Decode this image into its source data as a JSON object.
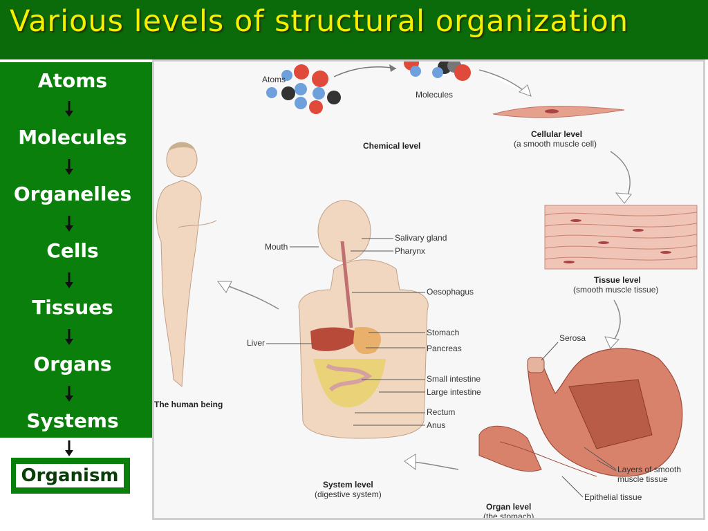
{
  "title": "Various levels of structural organization",
  "levels": [
    "Atoms",
    "Molecules",
    "Organelles",
    "Cells",
    "Tissues",
    "Organs",
    "Systems"
  ],
  "final_level": "Organism",
  "figure": {
    "atoms": "Atoms",
    "molecules": "Molecules",
    "chemical_level": "Chemical level",
    "cellular_level": "Cellular level",
    "cellular_sub": "(a smooth muscle cell)",
    "tissue_level": "Tissue level",
    "tissue_sub": "(smooth muscle tissue)",
    "human_being": "The human being",
    "system_level": "System level",
    "system_sub": "(digestive system)",
    "organ_level": "Organ level",
    "organ_sub": "(the stomach)",
    "serosa": "Serosa",
    "layers_1": "Layers of smooth",
    "layers_2": "muscle tissue",
    "epithelial": "Epithelial tissue",
    "mouth": "Mouth",
    "liver": "Liver",
    "salivary": "Salivary gland",
    "pharynx": "Pharynx",
    "oesophagus": "Oesophagus",
    "stomach": "Stomach",
    "pancreas": "Pancreas",
    "small_int": "Small intestine",
    "large_int": "Large intestine",
    "rectum": "Rectum",
    "anus": "Anus"
  },
  "colors": {
    "title_bg": "#0b6b0b",
    "title_text": "#f4f000",
    "sidebar_bg": "#0b7f0b",
    "sidebar_text": "#ffffff"
  }
}
